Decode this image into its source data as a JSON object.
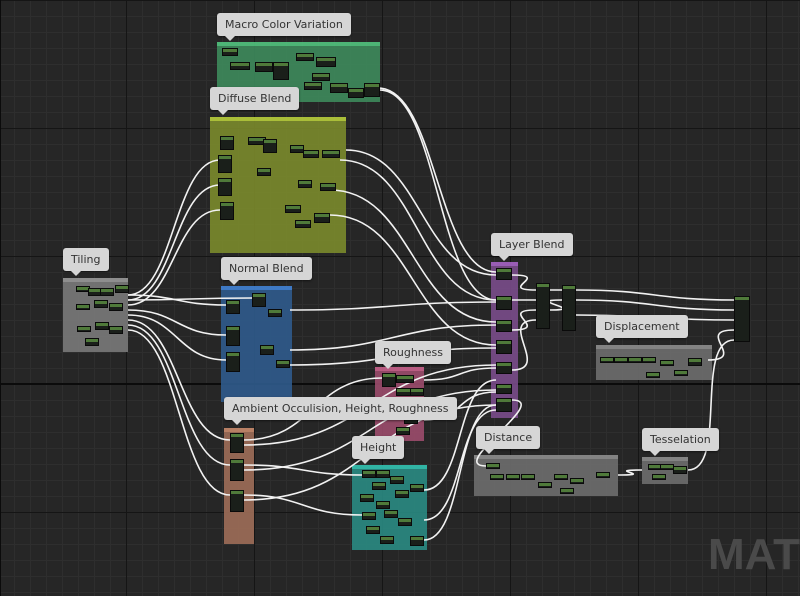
{
  "comments": [
    {
      "id": "macro",
      "label": "Macro Color Variation",
      "fill": "#3e8a5c",
      "header": "#52c47e"
    },
    {
      "id": "diffuse",
      "label": "Diffuse Blend",
      "fill": "#7b8a2c",
      "header": "#b9cf3c"
    },
    {
      "id": "tiling",
      "label": "Tiling",
      "fill": "#7a7a7a",
      "header": "#9a9a9a"
    },
    {
      "id": "normal",
      "label": "Normal Blend",
      "fill": "#2f5b8c",
      "header": "#4183d6"
    },
    {
      "id": "roughness",
      "label": "Roughness",
      "fill": "#9c4c6c",
      "header": "#c9628c"
    },
    {
      "id": "ao",
      "label": "Ambient Occulision, Height,  Roughness",
      "fill": "#9e6e58",
      "header": "#c88a6c"
    },
    {
      "id": "height",
      "label": "Height",
      "fill": "#2a8a82",
      "header": "#33c4b2"
    },
    {
      "id": "layer",
      "label": "Layer Blend",
      "fill": "#7a4c8a",
      "header": "#a664c4"
    },
    {
      "id": "displacement",
      "label": "Displacement",
      "fill": "#6e6e6e",
      "header": "#8e8e8e"
    },
    {
      "id": "distance",
      "label": "Distance",
      "fill": "#6e6e6e",
      "header": "#8e8e8e"
    },
    {
      "id": "tesselation",
      "label": "Tesselation",
      "fill": "#6e6e6e",
      "header": "#8e8e8e"
    }
  ],
  "watermark": "MAT"
}
